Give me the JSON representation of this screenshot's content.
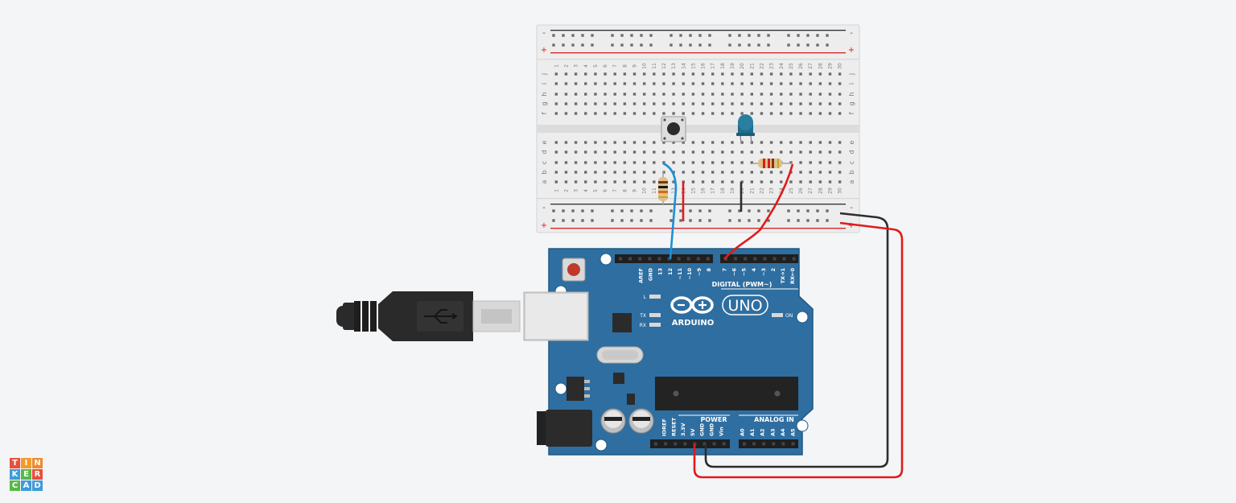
{
  "colors": {
    "background": "#f4f5f7",
    "breadboard": "#ededed",
    "rail_negative": "#2d2d2d",
    "rail_positive": "#d81d1d",
    "arduino_board": "#2f6ea0",
    "wire_blue": "#1c8fd6",
    "wire_red": "#e01b1b",
    "wire_black": "#2d2d2d",
    "led_blue": "#1f6d8c"
  },
  "breadboard": {
    "rail_minus": "-",
    "rail_plus": "+",
    "columns": [
      "1",
      "2",
      "3",
      "4",
      "5",
      "6",
      "7",
      "8",
      "9",
      "10",
      "11",
      "12",
      "13",
      "14",
      "15",
      "16",
      "17",
      "18",
      "19",
      "20",
      "21",
      "22",
      "23",
      "24",
      "25",
      "26",
      "27",
      "28",
      "29",
      "30"
    ],
    "rows_top": [
      "j",
      "i",
      "h",
      "g",
      "f"
    ],
    "rows_bottom": [
      "e",
      "d",
      "c",
      "b",
      "a"
    ]
  },
  "arduino": {
    "model": "UNO",
    "brand": "ARDUINO",
    "digital_label": "DIGITAL (PWM~)",
    "digital_pins_left": [
      "AREF",
      "GND",
      "13",
      "12",
      "~11",
      "~10",
      "~9",
      "8"
    ],
    "digital_pins_right": [
      "7",
      "~6",
      "~5",
      "4",
      "~3",
      "2",
      "TX➔1",
      "RX←0"
    ],
    "led_labels": {
      "l": "L",
      "tx": "TX",
      "rx": "RX",
      "on": "ON"
    },
    "power_label": "POWER",
    "analog_label": "ANALOG IN",
    "power_pins": [
      "IOREF",
      "RESET",
      "3.3V",
      "5V",
      "GND",
      "GND",
      "Vin"
    ],
    "analog_pins": [
      "A0",
      "A1",
      "A2",
      "A3",
      "A4",
      "A5"
    ]
  },
  "logo": {
    "letters": [
      "T",
      "I",
      "N",
      "K",
      "E",
      "R",
      "C",
      "A",
      "D"
    ]
  }
}
